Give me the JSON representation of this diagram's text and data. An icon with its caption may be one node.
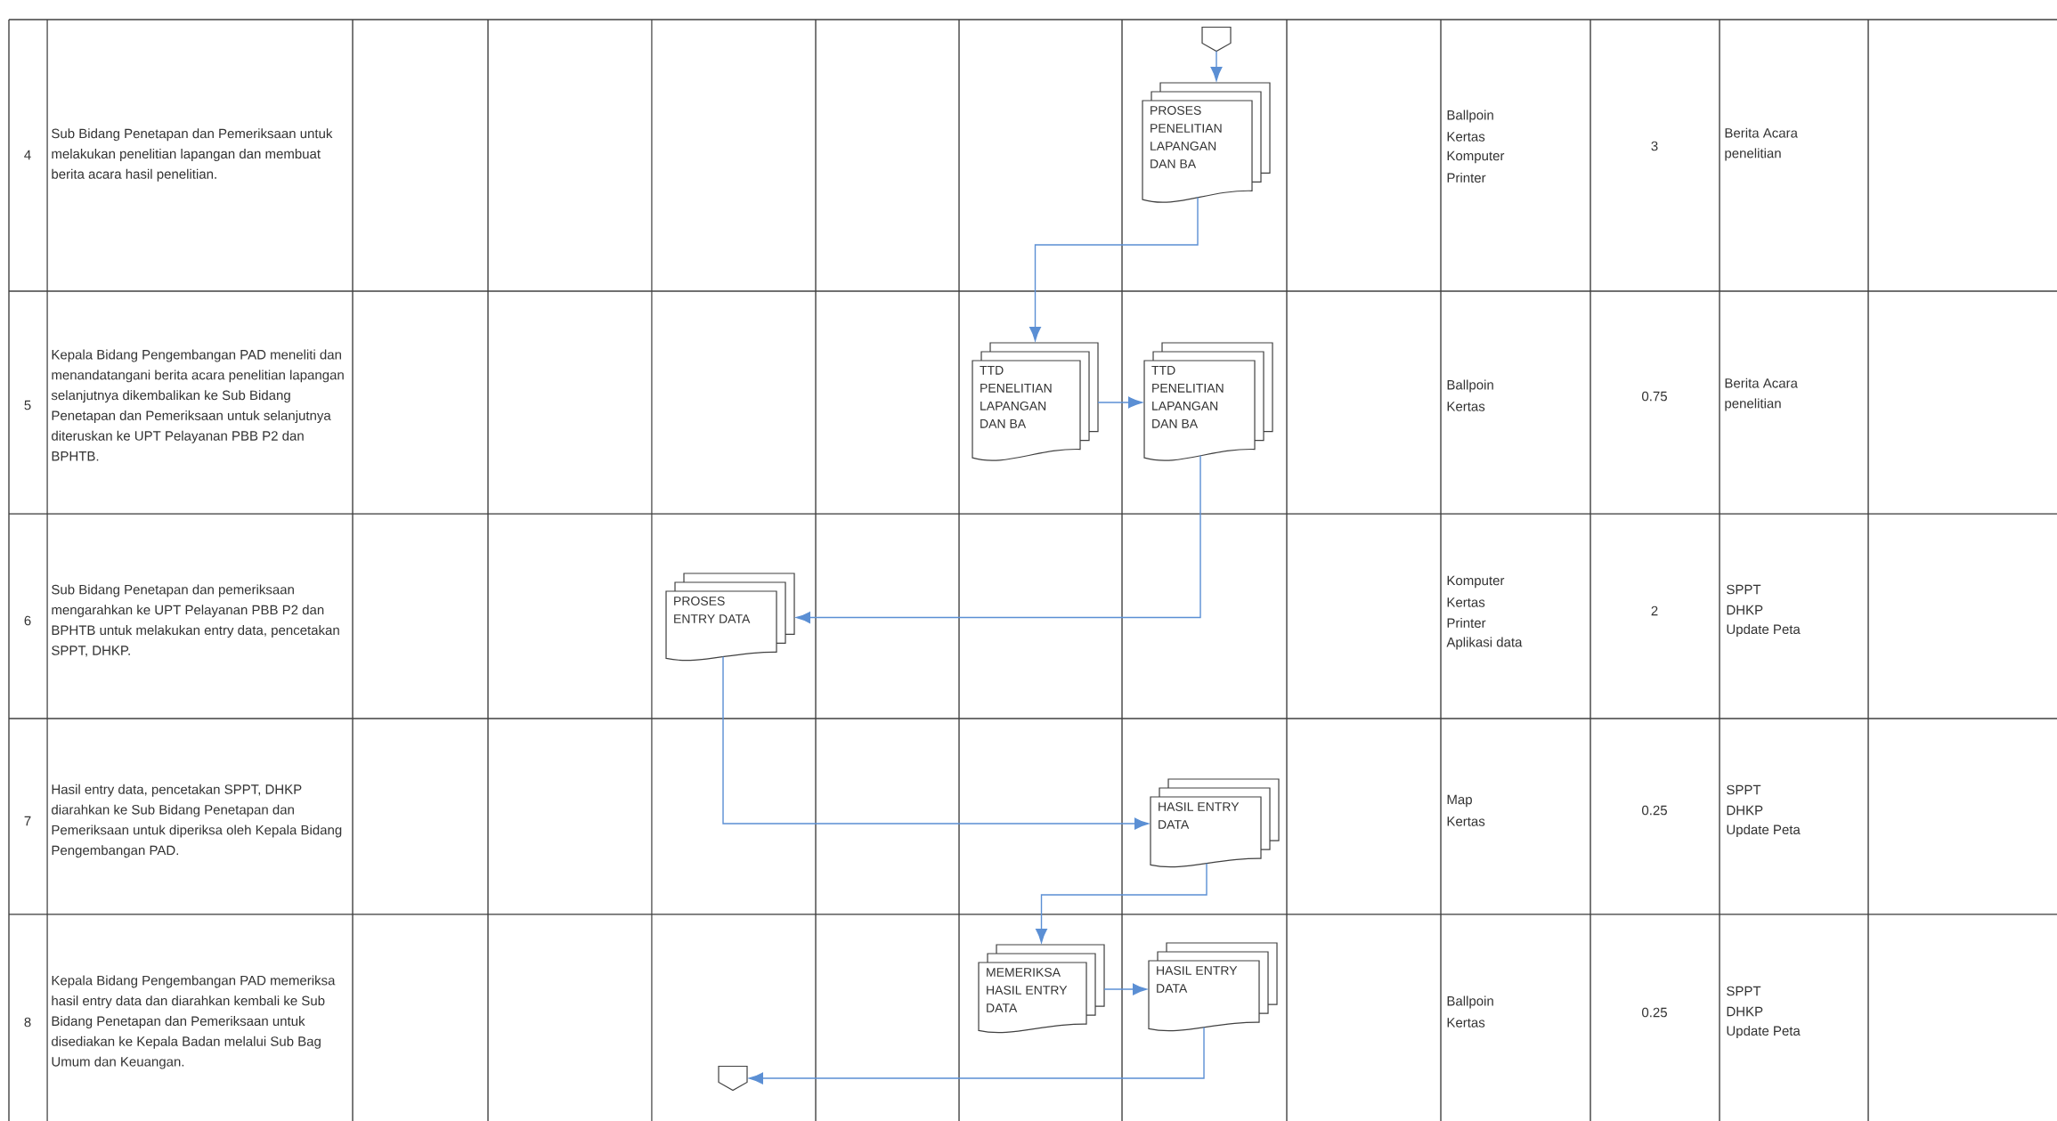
{
  "diagram": {
    "nodes": [
      {
        "text": [],
        "shape": "pentagon"
      },
      {
        "text": [
          "PROSES PENELITIAN LAPANGAN DAN BA"
        ]
      },
      {
        "text": [
          "TTD PENELITIAN LAPANGAN DAN BA"
        ]
      },
      {
        "text": [
          "TTD PENELITIAN LAPANGAN DAN BA"
        ]
      },
      {
        "text": [
          "PROSES ENTRY DATA"
        ]
      },
      {
        "text": [
          "HASIL ENTRY DATA"
        ]
      },
      {
        "text": [
          "MEMERIKSA HASIL ENTRY DATA"
        ]
      },
      {
        "text": [
          "HASIL ENTRY DATA"
        ]
      },
      {
        "text": [],
        "shape": "pentagon"
      }
    ],
    "edges": [
      {
        "from": 0,
        "to": 1,
        "arrow": "to"
      },
      {
        "from": 1,
        "to": 2,
        "arrow": "to"
      },
      {
        "from": 2,
        "to": 3,
        "arrow": "to"
      },
      {
        "from": 3,
        "to": 4,
        "arrow": "to"
      },
      {
        "from": 4,
        "to": 5,
        "arrow": "to"
      },
      {
        "from": 5,
        "to": 6,
        "arrow": "to"
      },
      {
        "from": 6,
        "to": 7,
        "arrow": "to"
      },
      {
        "from": 7,
        "to": 8,
        "arrow": "to"
      }
    ],
    "labels": [
      "4",
      "Sub Bidang Penetapan dan Pemeriksaan untuk melakukan penelitian lapangan dan membuat berita acara hasil penelitian.",
      "Ballpoin",
      "Kertas",
      "Komputer",
      "Printer",
      "3",
      "Berita Acara penelitian",
      "5",
      "Kepala Bidang Pengembangan PAD meneliti dan menandatangani berita acara penelitian lapangan selanjutnya dikembalikan ke Sub Bidang Penetapan dan Pemeriksaan untuk selanjutnya diteruskan ke UPT Pelayanan PBB P2 dan BPHTB.",
      "Ballpoin",
      "Kertas",
      "0.75",
      "Berita Acara penelitian",
      "6",
      "Sub Bidang Penetapan dan pemeriksaan mengarahkan ke UPT Pelayanan PBB P2 dan BPHTB untuk melakukan entry data, pencetakan SPPT, DHKP.",
      "Komputer",
      "Kertas",
      "Printer",
      "Aplikasi data",
      "2",
      "SPPT",
      "DHKP",
      "Update Peta",
      "7",
      "Hasil entry data, pencetakan SPPT, DHKP diarahkan ke Sub Bidang Penetapan dan Pemeriksaan untuk diperiksa oleh Kepala Bidang Pengembangan PAD.",
      "Map",
      "Kertas",
      "0.25",
      "SPPT",
      "DHKP",
      "Update Peta",
      "8",
      "Kepala Bidang Pengembangan PAD memeriksa hasil entry data dan diarahkan kembali ke Sub Bidang Penetapan dan Pemeriksaan untuk disediakan ke Kepala Badan melalui Sub Bag Umum dan Keuangan.",
      "Ballpoin",
      "Kertas",
      "0.25",
      "SPPT",
      "DHKP",
      "Update Peta"
    ]
  }
}
